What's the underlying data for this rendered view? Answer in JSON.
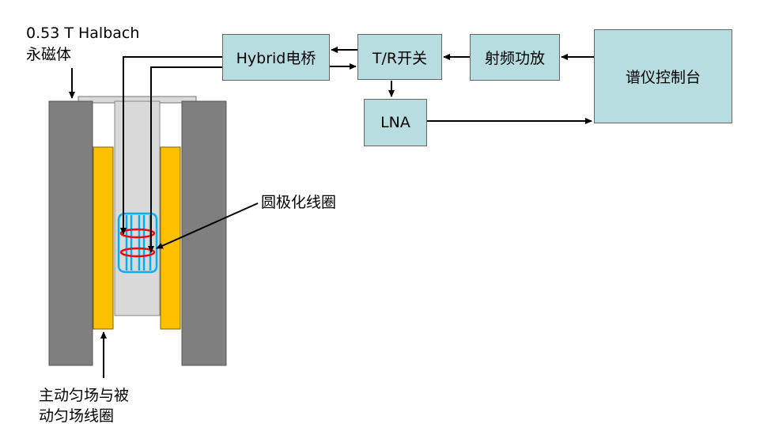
{
  "labels": {
    "magnet_line1": "0.53 T Halbach",
    "magnet_line2": "永磁体",
    "coil": "圆极化线圈",
    "shim_line1": "主动匀场与被",
    "shim_line2": "动匀场线圈"
  },
  "blocks": {
    "hybrid": "Hybrid电桥",
    "tr_switch": "T/R开关",
    "rf_amp": "射频功放",
    "console": "谱仪控制台",
    "lna": "LNA"
  },
  "colors": {
    "box_fill": "#b7dde0",
    "magnet": "#7f7f7f",
    "shim": "#ffc000",
    "bore": "#d9d9d9",
    "coil_blue": "#00b0f0",
    "coil_red": "#ff0000"
  }
}
